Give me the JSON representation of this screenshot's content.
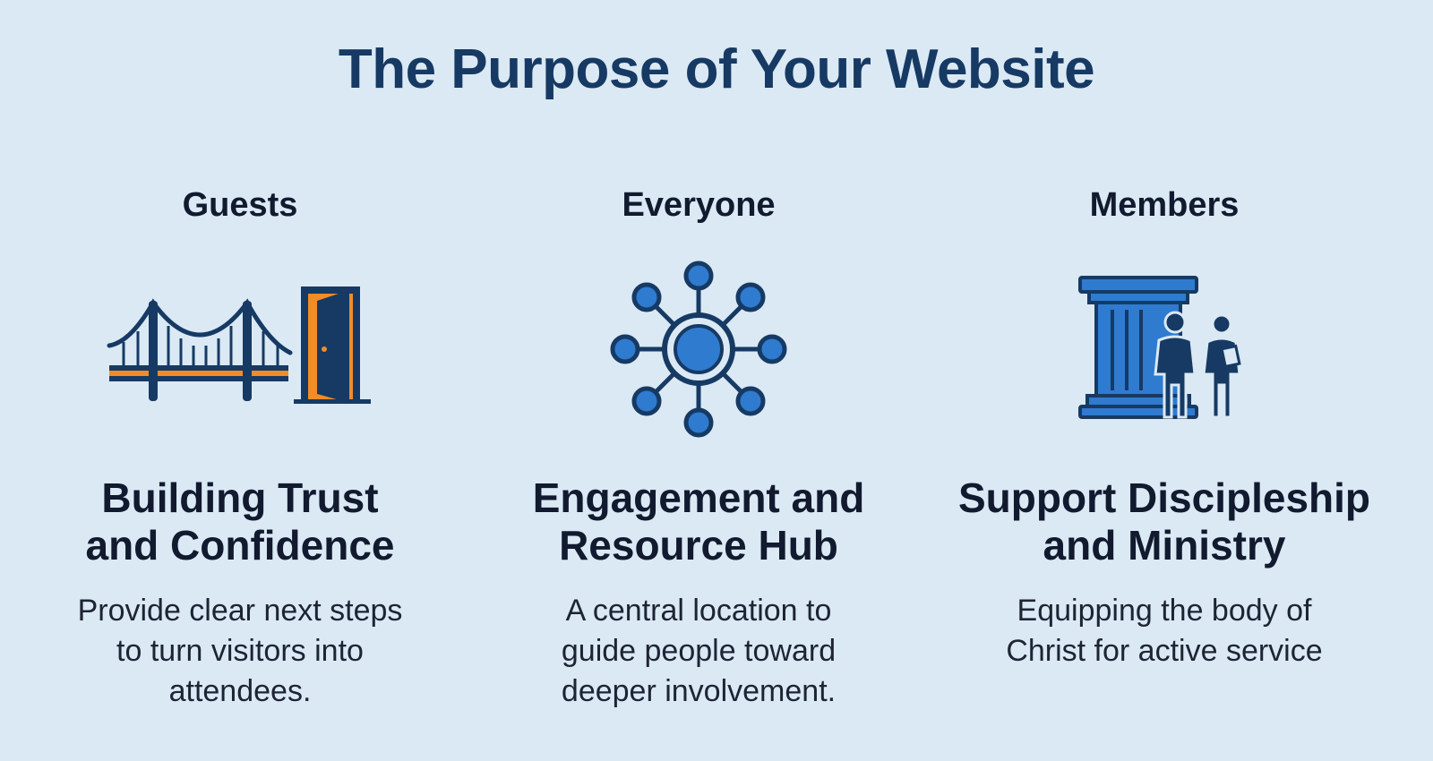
{
  "title": "The Purpose of Your Website",
  "colors": {
    "navy": "#163a63",
    "blue": "#2f7bd0",
    "orange": "#f28c28",
    "background": "#dbe9f5"
  },
  "columns": [
    {
      "audience": "Guests",
      "icon": "bridge-door-icon",
      "heading_lines": [
        "Building Trust",
        "and Confidence"
      ],
      "desc_lines": [
        "Provide clear next steps",
        "to turn visitors into",
        "attendees."
      ]
    },
    {
      "audience": "Everyone",
      "icon": "network-hub-icon",
      "heading_lines": [
        "Engagement and",
        "Resource Hub"
      ],
      "desc_lines": [
        "A central location to",
        "guide people toward",
        "deeper involvement."
      ]
    },
    {
      "audience": "Members",
      "icon": "pillar-people-icon",
      "heading_lines": [
        "Support Discipleship",
        "and Ministry"
      ],
      "desc_lines": [
        "Equipping the body of",
        "Christ for active service"
      ]
    }
  ]
}
